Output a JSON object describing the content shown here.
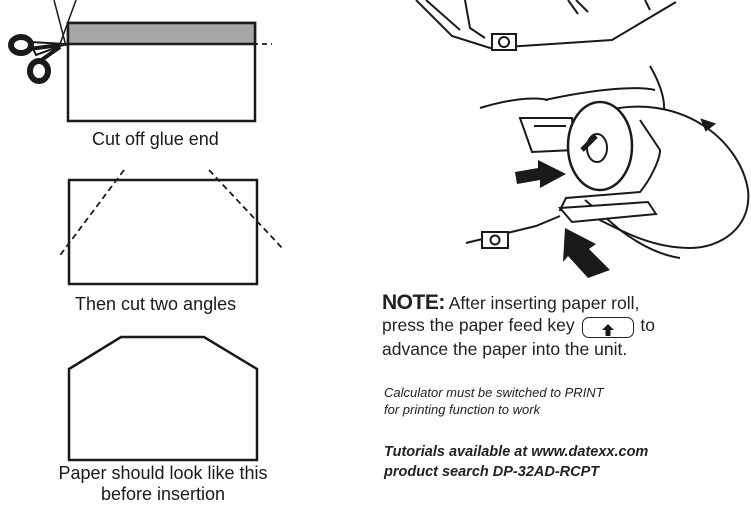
{
  "steps": {
    "cut_glue": "Cut off glue end",
    "cut_angles": "Then cut two angles",
    "result_line1": "Paper should look like this",
    "result_line2": "before insertion"
  },
  "note": {
    "heading": "NOTE:",
    "line1": "After inserting paper roll,",
    "line2a": "press the paper feed key",
    "line2b": "to",
    "line3": "advance the paper into the unit.",
    "small1": "Calculator must be switched to PRINT",
    "small2": "for printing function to work"
  },
  "tutorials": {
    "line1": "Tutorials available at www.datexx.com",
    "line2": "product search DP-32AD-RCPT"
  },
  "icons": {
    "feed_key": "up-arrow-icon",
    "scissors": "scissors-icon"
  },
  "colors": {
    "glue_strip": "#a6a6a6",
    "line": "#1a1a1a"
  }
}
